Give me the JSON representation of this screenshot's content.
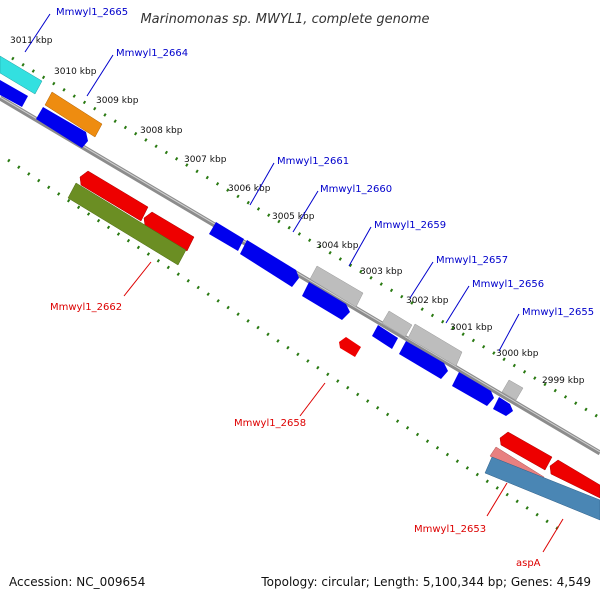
{
  "title": "Marinomonas sp. MWYL1, complete genome",
  "footer": {
    "accession": "Accession: NC_009654",
    "topology": "Topology: circular; Length: 5,100,344 bp; Genes: 4,549"
  },
  "colors": {
    "backbone": "#8c8c8c",
    "tick": "#2a7a12",
    "label_forward": "#0000cc",
    "label_reverse": "#dd0000"
  },
  "ticks": [
    {
      "label": "3011 kbp"
    },
    {
      "label": "3010 kbp"
    },
    {
      "label": "3009 kbp"
    },
    {
      "label": "3008 kbp"
    },
    {
      "label": "3007 kbp"
    },
    {
      "label": "3006 kbp"
    },
    {
      "label": "3005 kbp"
    },
    {
      "label": "3004 kbp"
    },
    {
      "label": "3003 kbp"
    },
    {
      "label": "3002 kbp"
    },
    {
      "label": "3001 kbp"
    },
    {
      "label": "3000 kbp"
    },
    {
      "label": "2999 kbp"
    }
  ],
  "gene_labels": [
    {
      "text": "Mmwyl1_2665",
      "strand": "forward"
    },
    {
      "text": "Mmwyl1_2664",
      "strand": "forward"
    },
    {
      "text": "Mmwyl1_2661",
      "strand": "forward"
    },
    {
      "text": "Mmwyl1_2660",
      "strand": "forward"
    },
    {
      "text": "Mmwyl1_2659",
      "strand": "forward"
    },
    {
      "text": "Mmwyl1_2657",
      "strand": "forward"
    },
    {
      "text": "Mmwyl1_2656",
      "strand": "forward"
    },
    {
      "text": "Mmwyl1_2655",
      "strand": "forward"
    },
    {
      "text": "Mmwyl1_2662",
      "strand": "reverse"
    },
    {
      "text": "Mmwyl1_2658",
      "strand": "reverse"
    },
    {
      "text": "Mmwyl1_2653",
      "strand": "reverse"
    },
    {
      "text": "aspA",
      "strand": "reverse"
    }
  ],
  "features": [
    {
      "name": "Mmwyl1_2665 block",
      "color": "#33e0e0"
    },
    {
      "name": "Mmwyl1_2664 block",
      "color": "#ee8c10"
    },
    {
      "name": "Mmwyl1_2662 block",
      "color": "#6b8e23"
    },
    {
      "name": "Mmwyl1_2653 block",
      "color": "#e88080"
    },
    {
      "name": "aspA block",
      "color": "#4a86b4"
    }
  ]
}
